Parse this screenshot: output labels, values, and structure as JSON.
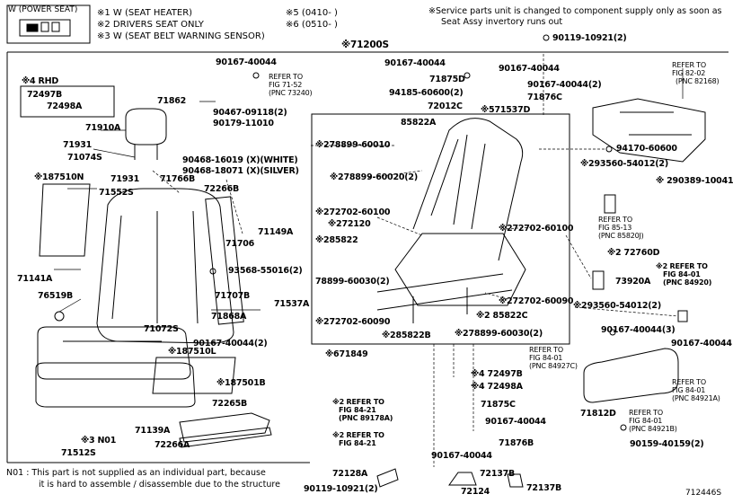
{
  "legend": {
    "power_seat": "W (POWER SEAT)",
    "n1": "※1 W (SEAT HEATER)",
    "n2": "※2 DRIVERS SEAT ONLY",
    "n3": "※3 W (SEAT BELT WARNING SENSOR)",
    "n5": "※5 (0410-     )",
    "n6": "※6 (0510-     )",
    "service_note_1": "※Service parts unit is changed to component supply only as soon as",
    "service_note_2": "Seat Assy invertory runs out"
  },
  "footnote": {
    "line1": "N01 : This part is not supplied as an individual part, because",
    "line2": "it is hard to assemble / disassemble due to the structure"
  },
  "figure_id": "712446S",
  "labels": {
    "p71200S": "※71200S",
    "p90119_top": "90119-10921(2)",
    "rhd": "※4 RHD",
    "p72497B": "72497B",
    "p72498A": "72498A",
    "p90167_a": "90167-40044",
    "p90167_b": "90167-40044",
    "p90167_c": "90167-40044",
    "p71875D": "71875D",
    "p94185": "94185-60600(2)",
    "p90167_d": "90167-40044(2)",
    "p71876C": "71876C",
    "p72012C": "72012C",
    "p571537D": "※571537D",
    "ref_fig8202_1": "REFER TO",
    "ref_fig8202_2": "FIG 82-02",
    "ref_fig8202_3": "(PNC 82168)",
    "p71862": "71862",
    "ref_fig7152_1": "REFER TO",
    "ref_fig7152_2": "FIG 71-52",
    "ref_fig7152_3": "(PNC 73240)",
    "p90467": "90467-09118(2)",
    "p90179": "90179-11010",
    "p71910A": "71910A",
    "p85822A": "85822A",
    "p278899_60010": "※278899-60010",
    "p278899_60020": "※278899-60020(2)",
    "p94170": "94170-60600",
    "p293560_a": "※293560-54012(2)",
    "p290389": "※ 290389-10041",
    "p71931_a": "71931",
    "p71074S": "71074S",
    "p90468_w": "90468-16019 (X)(WHITE)",
    "p90468_s": "90468-18071 (X)(SILVER)",
    "p187510N": "※187510N",
    "p71931_b": "71931",
    "p71766B": "71766B",
    "p71552S": "71552S",
    "p72266B": "72266B",
    "p272702_60100_a": "※272702-60100",
    "p272120": "※272120",
    "p272702_60100_b": "※272702-60100",
    "ref_fig8513_1": "REFER TO",
    "ref_fig8513_2": "FIG 85-13",
    "ref_fig8513_3": "(PNC 85820J)",
    "p71149A": "71149A",
    "p285822": "※285822",
    "p272760D": "※2 72760D",
    "p71706": "71706",
    "p93568": "93568-55016(2)",
    "ref_fig8401_a1": "※2 REFER TO",
    "ref_fig8401_a2": "FIG 84-01",
    "ref_fig8401_a3": "(PNC 84920)",
    "p71141A": "71141A",
    "p78899": "78899-60030(2)",
    "p73920A": "73920A",
    "p272702_60090_a": "※272702-60090",
    "p76519B": "76519B",
    "p71707B": "71707B",
    "p71537A": "71537A",
    "p285822C": "※2 85822C",
    "p293560_b": "※293560-54012(2)",
    "p71868A": "71868A",
    "p272702_60090_b": "※272702-60090",
    "p71072S": "71072S",
    "p285822B": "※285822B",
    "p278899_60030": "※278899-60030(2)",
    "p90167_e": "90167-40044(3)",
    "p90167_f": "90167-40044(2)",
    "p187510L": "※187510L",
    "p671849": "※671849",
    "ref_fig8401_b1": "REFER TO",
    "ref_fig8401_b2": "FIG 84-01",
    "ref_fig8401_b3": "(PNC 84927C)",
    "p90167_g": "90167-40044",
    "p187501B": "※187501B",
    "p472497B": "※4 72497B",
    "p472498A": "※4 72498A",
    "ref_fig8401_c1": "REFER TO",
    "ref_fig8401_c2": "FIG 84-01",
    "ref_fig8401_c3": "(PNC 84921A)",
    "p72265B": "72265B",
    "ref_fig8421_a1": "※2 REFER TO",
    "ref_fig8421_a2": "FIG 84-21",
    "ref_fig8421_a3": "(PNC 89178A)",
    "p71875C": "71875C",
    "p71812D": "71812D",
    "ref_fig8401_d1": "REFER TO",
    "ref_fig8401_d2": "FIG 84-01",
    "ref_fig8401_d3": "(PNC 84921B)",
    "p71139A": "71139A",
    "p90167_h": "90167-40044",
    "p3N01": "※3 N01",
    "ref_fig8421_b1": "※2 REFER TO",
    "ref_fig8421_b2": "FIG 84-21",
    "p71876B": "71876B",
    "p90159": "90159-40159(2)",
    "p72266A": "72266A",
    "p71512S": "71512S",
    "p90167_i": "90167-40044",
    "p72128A": "72128A",
    "p72137B_a": "72137B",
    "p90119_bot": "90119-10921(2)",
    "p72124": "72124",
    "p72137B_b": "72137B"
  }
}
